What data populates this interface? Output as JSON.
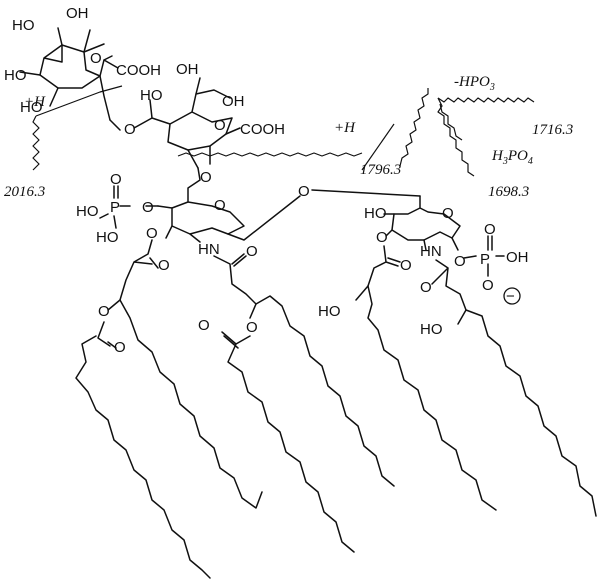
{
  "fragments": {
    "f2016": "2016.3",
    "f1796": "1796.3",
    "f1716": "1716.3",
    "f1698": "1698.3",
    "plus_h_left": "+H",
    "plus_h_right": "+H",
    "loss_hpo3": "-HPO",
    "loss_hpo3_sub": "3",
    "loss_h3po4_h": "H",
    "loss_h3po4_sub1": "3",
    "loss_h3po4_po": "PO",
    "loss_h3po4_sub2": "4"
  },
  "atoms": {
    "kdo1": {
      "oh_top1": "HO",
      "oh_top2": "OH",
      "oh_left": "HO",
      "oh_low": "HO",
      "ring_o": "O",
      "cooh": "COOH"
    },
    "kdo2": {
      "oh_a": "OH",
      "oh_b": "OH",
      "oh_c": "HO",
      "ring_o": "O",
      "cooh": "COOH",
      "link_o": "O"
    },
    "glcn1": {
      "link_o": "O",
      "ring_o": "O",
      "nh": "HN",
      "ester_o": "O",
      "carbonyl_o": "O",
      "amide_o": "O",
      "acyl_o": "O",
      "acyl2_o": "O",
      "acyl2_co": "O",
      "acyl3_co": "O"
    },
    "phos1": {
      "p": "P",
      "o_top": "O",
      "ho_left": "HO",
      "ho_low": "HO",
      "o_ester": "O"
    },
    "bridge": {
      "o": "O"
    },
    "glcn2": {
      "ho": "HO",
      "ring_o": "O",
      "nh": "HN",
      "ester_o": "O",
      "carbonyl_o": "O",
      "amide_o": "O",
      "ho_chain1": "HO",
      "ho_chain2": "HO"
    },
    "phos2": {
      "o_link": "O",
      "p": "P",
      "o_top": "O",
      "oh": "OH",
      "o_low": "O",
      "charge": "−"
    }
  }
}
